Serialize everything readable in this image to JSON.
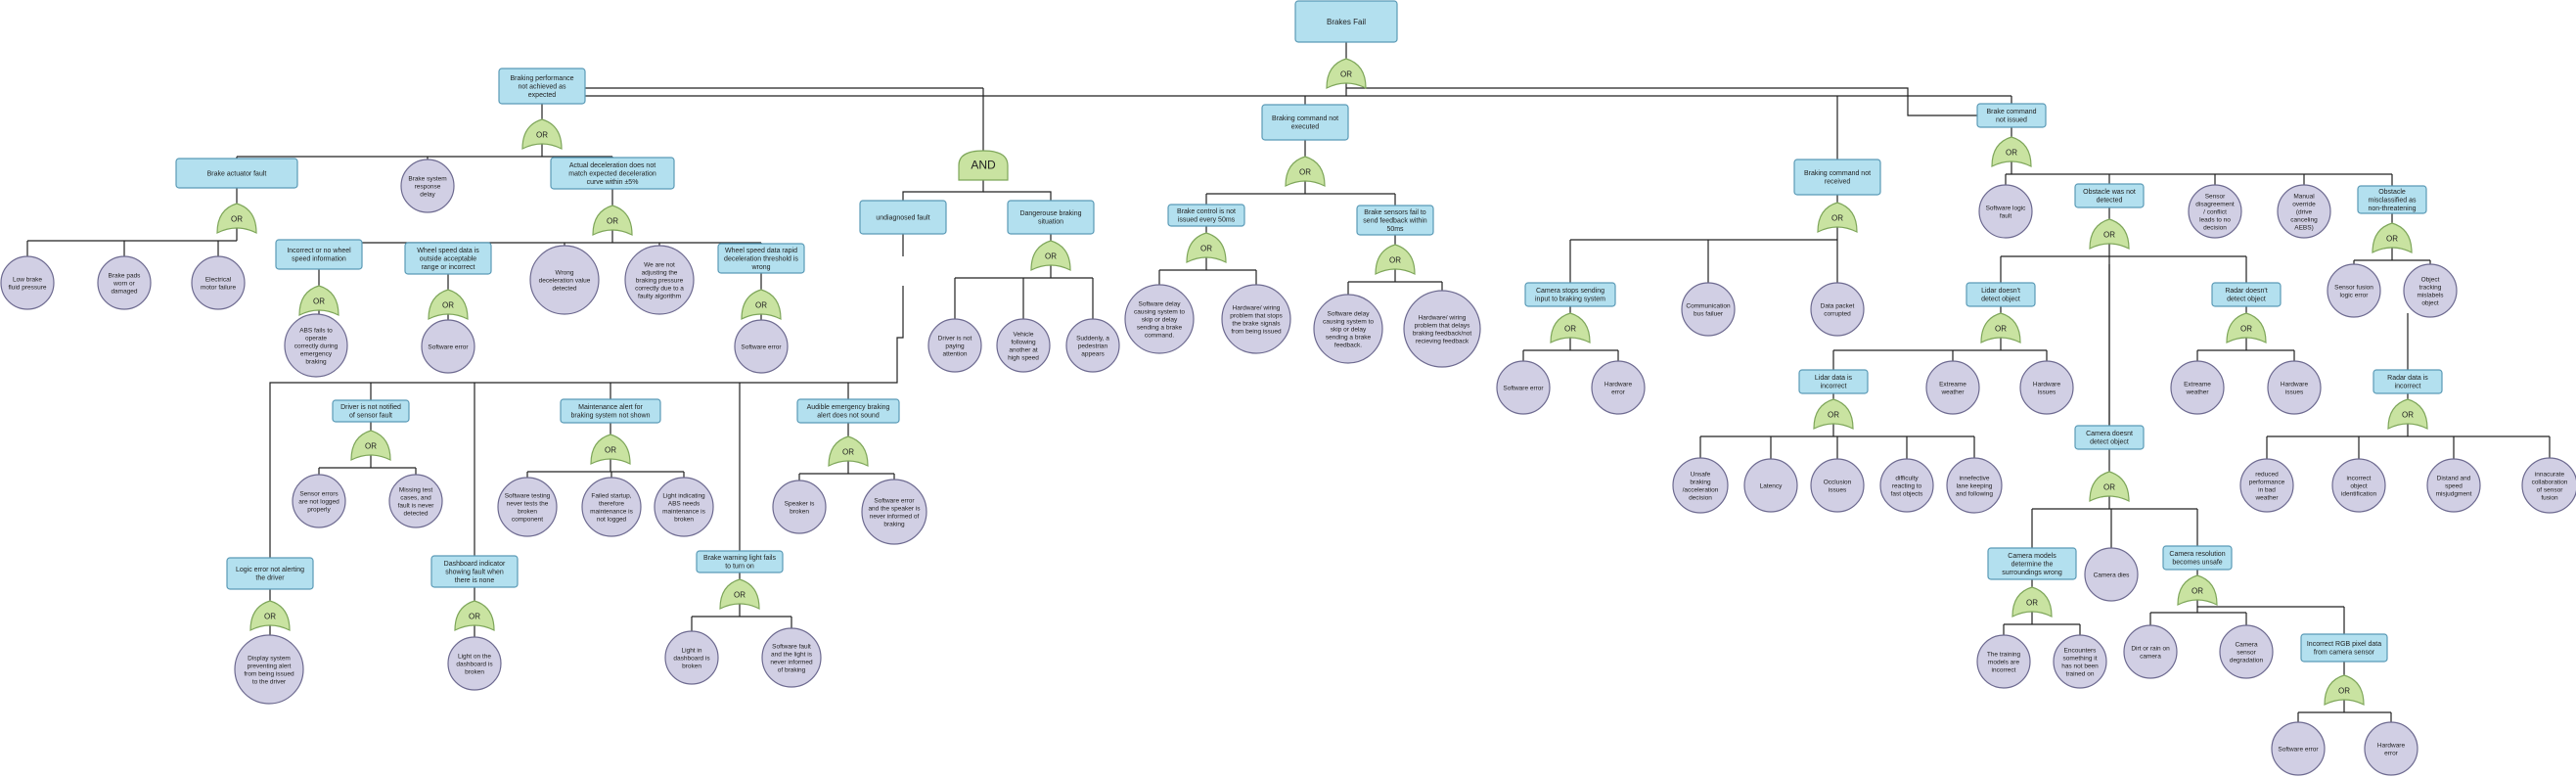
{
  "title": "Brakes Fail",
  "colors": {
    "event_fill": "#b3e0ef",
    "event_stroke": "#5a9ab6",
    "basic_fill": "#d1cfe4",
    "basic_stroke": "#6d6a90",
    "gate_fill": "#c9e3a1",
    "gate_stroke": "#7ea65a",
    "line": "#222222"
  },
  "gate_labels": {
    "or": "OR",
    "and": "AND"
  },
  "events": {
    "E0": "Brakes Fail",
    "E1": [
      "Braking performance",
      "not achieved as",
      "expected"
    ],
    "E2": [
      "Braking command not",
      "executed"
    ],
    "E3": [
      "Braking command not",
      "received"
    ],
    "E4": [
      "Brake command",
      "not issued"
    ],
    "E5": "Brake actuator fault",
    "E6": [
      "Actual deceleration does not",
      "match expected deceleration",
      "curve within ±5%"
    ],
    "E7": [
      "Incorrect or no wheel",
      "speed information"
    ],
    "E8": [
      "Wheel speed data is",
      "outside acceptable",
      "range or incorrect"
    ],
    "E9": [
      "Wheel speed data rapid",
      "deceleration threshold is",
      "wrong"
    ],
    "E10": "undiagnosed fault",
    "E11": [
      "Dangerouse braking",
      "situation"
    ],
    "E12": [
      "Brake control is not",
      "issued every 50ms"
    ],
    "E13": [
      "Brake sensors fail to",
      "send feedback within",
      "50ms"
    ],
    "E14": [
      "Camera stops sending",
      "input to braking system"
    ],
    "E15": [
      "Lidar doesn't",
      "detect object"
    ],
    "E16": [
      "Lidar data is",
      "incorrect"
    ],
    "E17": [
      "Obstacle was not",
      "detected"
    ],
    "E18": [
      "Obstacle",
      "misclassified as",
      "non-threatening"
    ],
    "E19": [
      "Radar doesn't",
      "detect object"
    ],
    "E20": [
      "Radar data is",
      "incorrect"
    ],
    "E21": [
      "Camera doesnt",
      "detect object"
    ],
    "E22": [
      "Camera models",
      "determine the",
      "surroundings wrong"
    ],
    "E23": [
      "Camera resolution",
      "becomes unsafe"
    ],
    "E24": [
      "Incorrect RGB pixel data",
      "from camera sensor"
    ],
    "E25": [
      "Driver is not notified",
      "of sensor fault"
    ],
    "E26": [
      "Maintenance alert for",
      "braking system not shown"
    ],
    "E27": [
      "Audible emergency braking",
      "alert does not sound"
    ],
    "E28": [
      "Logic error not alerting",
      "the driver"
    ],
    "E29": [
      "Dashboard indicator",
      "showing fault when",
      "there is none"
    ],
    "E30": [
      "Brake warning light fails",
      "to turn on"
    ]
  },
  "basic_events": {
    "B1": [
      "Low brake",
      "fluid pressure"
    ],
    "B2": [
      "Brake pads",
      "worn or",
      "damaged"
    ],
    "B3": [
      "Electrical",
      "motor failure"
    ],
    "B4": [
      "Brake system",
      "response",
      "delay"
    ],
    "B5": [
      "ABS fails to",
      "operate",
      "correctly during",
      "emergency",
      "braking"
    ],
    "B6": "Software error",
    "B7": [
      "Wrong",
      "deceleration value",
      "detected"
    ],
    "B8": [
      "We are not",
      "adjusting the",
      "braking pressure",
      "correctly due to a",
      "faulty algorithm"
    ],
    "B9": "Software error",
    "B10": [
      "Driver is not",
      "paying",
      "attention"
    ],
    "B11": [
      "Vehicle",
      "following",
      "another at",
      "high speed"
    ],
    "B12": [
      "Suddenly, a",
      "pedestrian",
      "appears"
    ],
    "B13": [
      "Software delay",
      "causing system to",
      "skip or delay",
      "sending a brake",
      "command."
    ],
    "B14": [
      "Hardware/ wiring",
      "problem that stops",
      "the brake signals",
      "from being issued"
    ],
    "B15": [
      "Software delay",
      "causing system to",
      "skip or delay",
      "sending a brake",
      "feedback."
    ],
    "B16": [
      "Hardware/ wiring",
      "problem that delays",
      "braking feedback/not",
      "recieving feedback"
    ],
    "B17": "Software error",
    "B18": [
      "Hardware",
      "error"
    ],
    "B19": [
      "Communication",
      "bus failuer"
    ],
    "B20": [
      "Data packet",
      "corrupted"
    ],
    "B21": [
      "Extreame",
      "weather"
    ],
    "B22": [
      "Hardware",
      "issues"
    ],
    "B23": [
      "Unsafe",
      "braking",
      "/acceleration",
      "decision"
    ],
    "B24": "Latency",
    "B25": [
      "Occlusion",
      "issues"
    ],
    "B26": [
      "difficulty",
      "reacting to",
      "fast objects"
    ],
    "B27": [
      "innefective",
      "lane keeping",
      "and following"
    ],
    "B28": [
      "Software logic",
      "fault"
    ],
    "B29": [
      "Sensor",
      "disagreement",
      "/ conflict",
      "leads to no",
      "decision"
    ],
    "B30": [
      "Manual",
      "override",
      "(drive",
      "canceling",
      "AEBS)"
    ],
    "B31": [
      "Sensor fusion",
      "logic error"
    ],
    "B32": [
      "Object",
      "tracking",
      "mislabels",
      "object"
    ],
    "B33": [
      "Extreame",
      "weather"
    ],
    "B34": [
      "Hardware",
      "issues"
    ],
    "B35": [
      "reduced",
      "performance",
      "in bad",
      "weather"
    ],
    "B36": [
      "incorrect",
      "object",
      "identification"
    ],
    "B37": [
      "Distand and",
      "speed",
      "misjudgment"
    ],
    "B38": [
      "innacurate",
      "collaboration",
      "of sensor",
      "fusion"
    ],
    "B39": [
      "Camera dies"
    ],
    "B40": [
      "The training",
      "models are",
      "incorrect"
    ],
    "B41": [
      "Encounters",
      "something it",
      "has not been",
      "trained on"
    ],
    "B42": [
      "Dirt or rain on",
      "camera"
    ],
    "B43": [
      "Camera",
      "sensor",
      "degradation"
    ],
    "B44": "Software error",
    "B45": [
      "Hardware",
      "error"
    ],
    "B46": [
      "Sensor errors",
      "are not logged",
      "properly"
    ],
    "B47": [
      "Missing test",
      "cases, and",
      "fault is never",
      "detected"
    ],
    "B48": [
      "Software testing",
      "never tests the",
      "broken",
      "component"
    ],
    "B49": [
      "Failed startup,",
      "therefore",
      "maintenance is",
      "not logged"
    ],
    "B50": [
      "Light indicating",
      "ABS needs",
      "maintenance is",
      "broken"
    ],
    "B51": [
      "Speaker is",
      "broken"
    ],
    "B52": [
      "Software error",
      "and the speaker is",
      "never informed of",
      "braking"
    ],
    "B53": [
      "Display system",
      "preventing alert",
      "from being issued",
      "to the driver"
    ],
    "B54": [
      "Light on the",
      "dashboard is",
      "broken"
    ],
    "B55": [
      "Light in",
      "dashboard is",
      "broken"
    ],
    "B56": [
      "Software fault",
      "and the light is",
      "never informed",
      "of braking"
    ]
  }
}
